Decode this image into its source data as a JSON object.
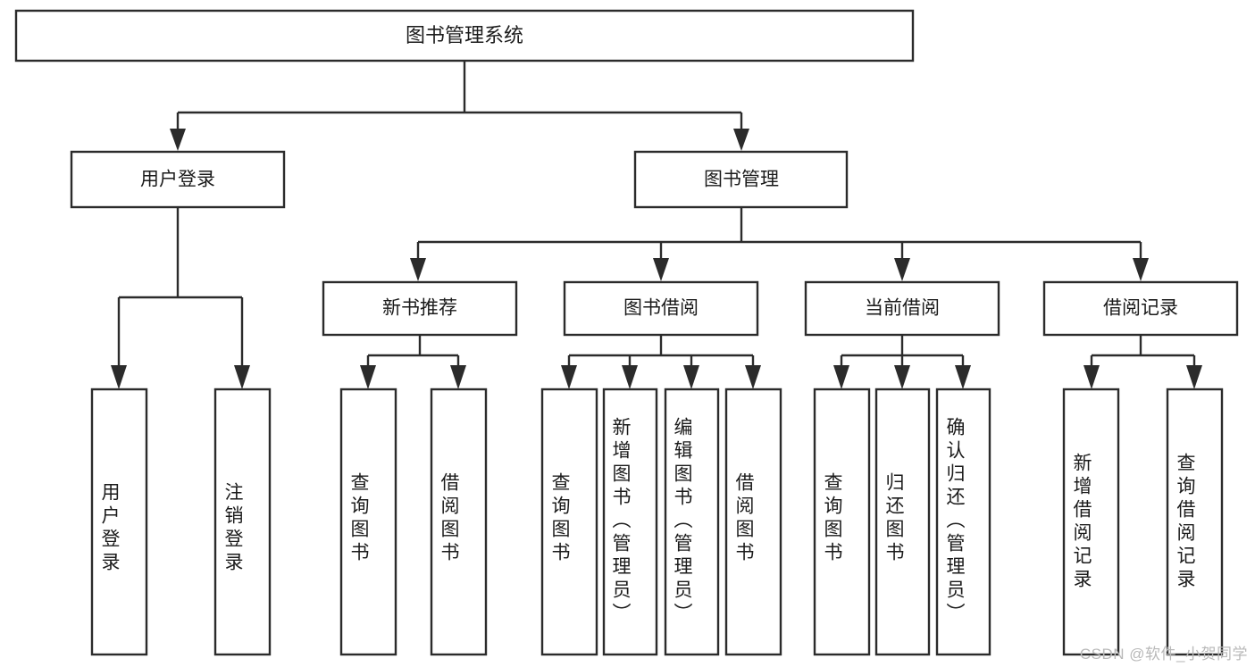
{
  "diagram": {
    "type": "hierarchy-tree",
    "title": "图书管理系统",
    "watermark": "CSDN @软件_小贺同学",
    "colors": {
      "stroke": "#2b2b2b",
      "box_fill": "#ffffff",
      "text": "#1b1b1b",
      "background": "#ffffff",
      "watermark": "#b9b9b9"
    },
    "levels": {
      "root": {
        "label": "图书管理系统"
      },
      "level1": [
        {
          "label": "用户登录"
        },
        {
          "label": "图书管理"
        }
      ],
      "level2": [
        {
          "label": "新书推荐"
        },
        {
          "label": "图书借阅"
        },
        {
          "label": "当前借阅"
        },
        {
          "label": "借阅记录"
        }
      ]
    },
    "leaves": {
      "user_login": [
        {
          "label": "用户登录"
        },
        {
          "label": "注销登录"
        }
      ],
      "new_book_recommend": [
        {
          "label": "查询图书"
        },
        {
          "label": "借阅图书"
        }
      ],
      "book_borrow": [
        {
          "label": "查询图书"
        },
        {
          "label": "新增图书（管理员）"
        },
        {
          "label": "编辑图书（管理员）"
        },
        {
          "label": "借阅图书"
        }
      ],
      "current_borrow": [
        {
          "label": "查询图书"
        },
        {
          "label": "归还图书"
        },
        {
          "label": "确认归还（管理员）"
        }
      ],
      "borrow_record": [
        {
          "label": "新增借阅记录"
        },
        {
          "label": "查询借阅记录"
        }
      ]
    }
  }
}
